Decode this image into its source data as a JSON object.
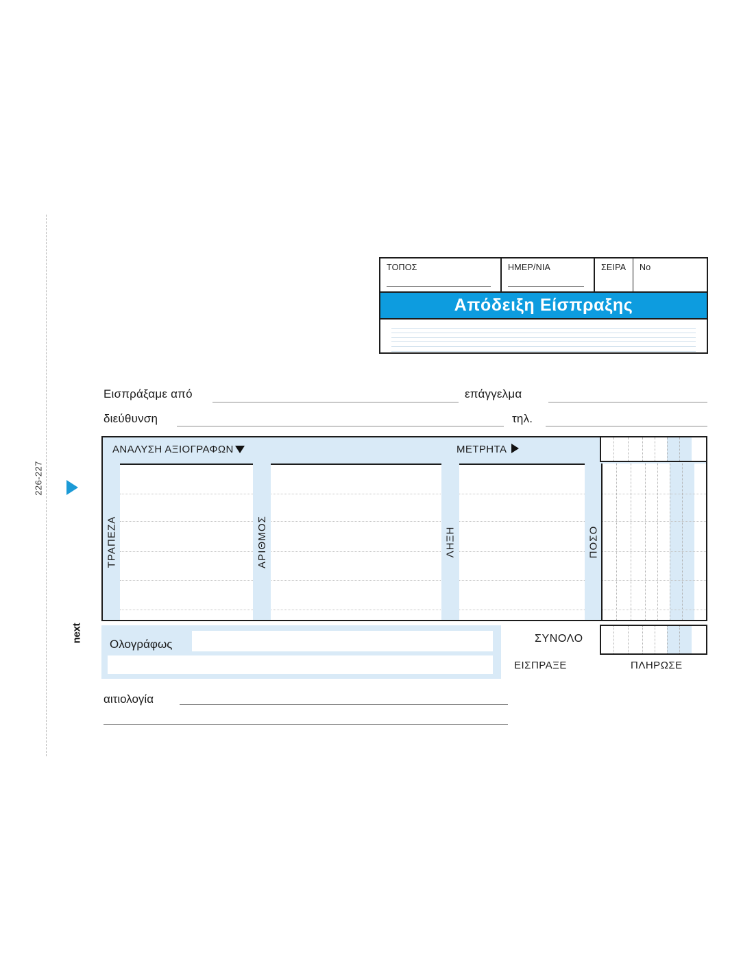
{
  "meta": {
    "product_code": "226-227",
    "brand": "next"
  },
  "stub": {
    "cells": [
      {
        "label": "ΤΟΠΟΣ",
        "value": "",
        "has_rule": true
      },
      {
        "label": "ΗΜΕΡ/ΝΙΑ",
        "value": "",
        "has_rule": true
      },
      {
        "label": "ΣΕΙΡΑ",
        "value": "",
        "has_rule": false
      },
      {
        "label": "No",
        "value": "",
        "has_rule": false
      }
    ],
    "banner_title": "Απόδειξη Είσπραξης",
    "note_lines": 6
  },
  "payer": {
    "received_from_label": "Εισπράξαμε από",
    "received_from_value": "",
    "profession_label": "επάγγελμα",
    "profession_value": "",
    "address_label": "διεύθυνση",
    "address_value": "",
    "phone_label": "τηλ.",
    "phone_value": ""
  },
  "table": {
    "header_left": "ΑΝΑΛΥΣΗ ΑΞΙΟΓΡΑΦΩΝ",
    "header_left_icon": "triangle-down-icon",
    "header_right": "ΜΕΤΡΗΤΑ",
    "header_right_icon": "triangle-right-icon",
    "columns": [
      {
        "label": "ΤΡΑΠΕΖΑ",
        "value": ""
      },
      {
        "label": "ΑΡΙΘΜΟΣ",
        "value": ""
      },
      {
        "label": "ΛΗΞΗ",
        "value": ""
      },
      {
        "label": "ΠΟΣΟ",
        "value": ""
      }
    ],
    "row_count": 5,
    "amount_grid_columns": 6,
    "amount_grid_decimal_columns": 2
  },
  "totals": {
    "words_label": "Ολογράφως",
    "words_value_line1": "",
    "words_value_line2": "",
    "total_label": "ΣΥΝΟΛΟ",
    "total_value": "",
    "collect_label": "ΕΙΣΠΡΑΞΕ",
    "pay_label": "ΠΛΗΡΩΣΕ"
  },
  "reason": {
    "label": "αιτιολογία",
    "line1": "",
    "line2": ""
  },
  "colors": {
    "banner_blue": "#0d9cdf",
    "pale_blue": "#d9eaf7",
    "ink": "#1c1c1c",
    "rule_grey": "#8b8b8b",
    "marker_blue": "#1b9ad6"
  }
}
